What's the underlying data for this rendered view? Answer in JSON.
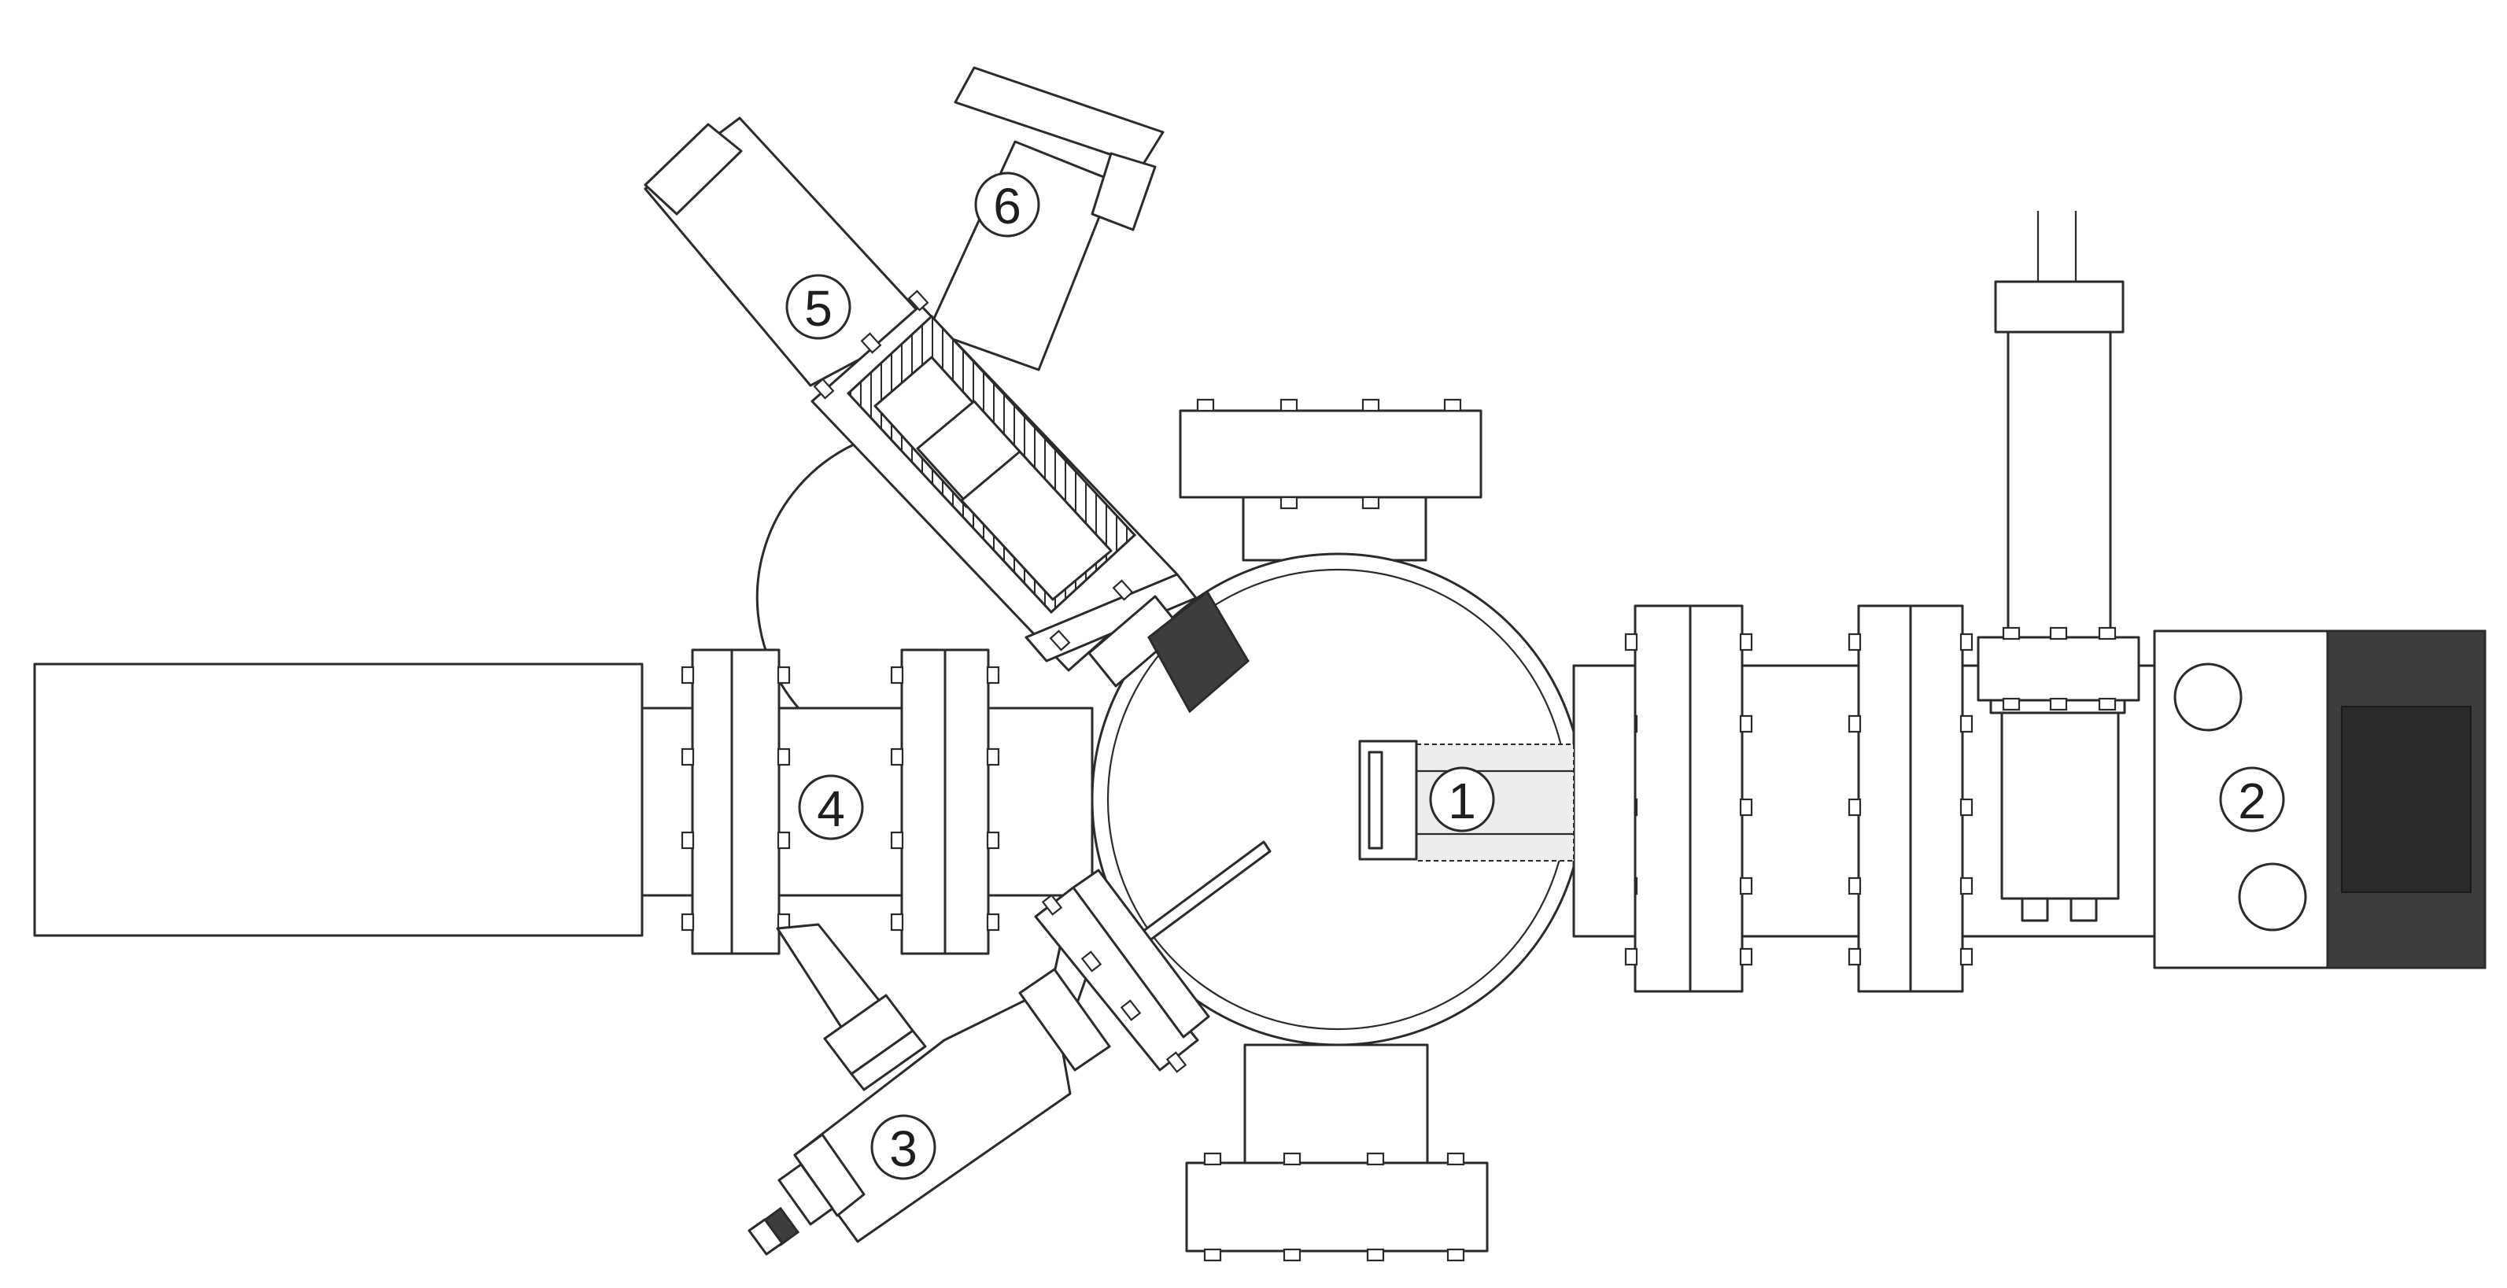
{
  "labels": [
    {
      "id": "1",
      "text": "1"
    },
    {
      "id": "2",
      "text": "2"
    },
    {
      "id": "3",
      "text": "3"
    },
    {
      "id": "4",
      "text": "4"
    },
    {
      "id": "5",
      "text": "5"
    },
    {
      "id": "6",
      "text": "6"
    }
  ],
  "colors": {
    "line": "#2b2b2b",
    "fill": "#ffffff",
    "dark_block": "#3d3d3d",
    "sample_fill": "#efefef"
  }
}
